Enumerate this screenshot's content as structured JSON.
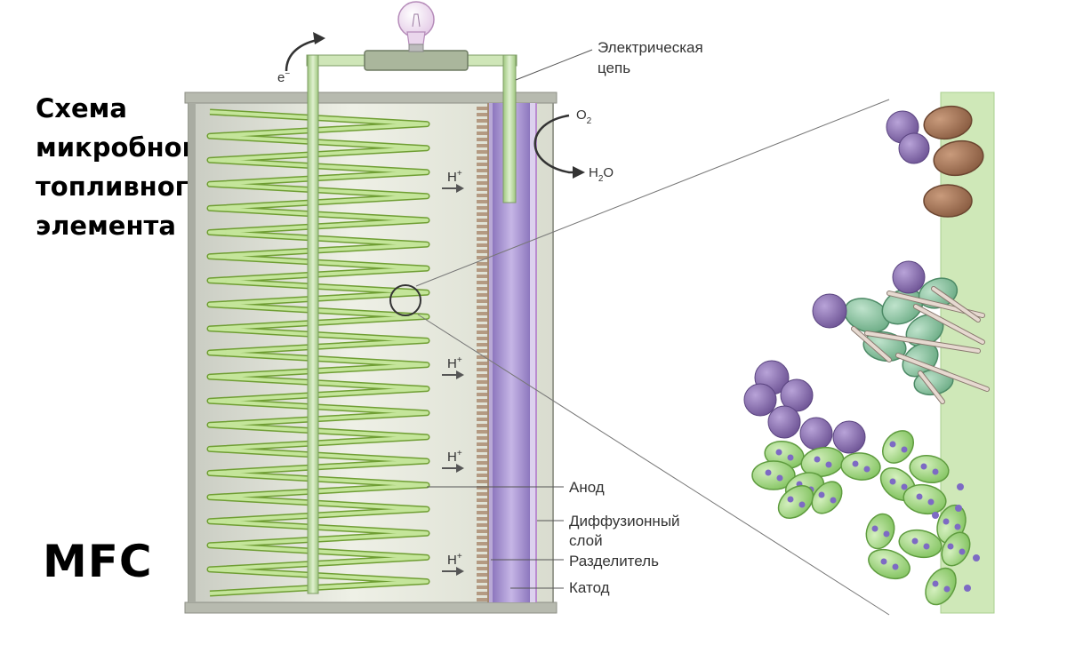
{
  "title": "Схема микробного топливного элемента",
  "abbreviation": "MFC",
  "labels": {
    "electron": "e",
    "electron_sup": "−",
    "circuit_line1": "Электрическая",
    "circuit_line2": "цепь",
    "oxygen": "O",
    "oxygen_sub": "2",
    "water_h": "H",
    "water_sub": "2",
    "water_o": "O",
    "proton": "H",
    "proton_sup": "+",
    "anode": "Анод",
    "diffusion_line1": "Диффузионный",
    "diffusion_line2": "слой",
    "separator": "Разделитель",
    "cathode": "Катод"
  },
  "colors": {
    "fiber": "#8cc63f",
    "cathode": "#9b87c8",
    "pipe": "#b5d69a",
    "bacteria_green": "#9fd680",
    "bacteria_teal": "#8fc9a6",
    "bacteria_brown": "#a37556",
    "bacteria_purple": "#8c72b0",
    "biofilm_wall": "#cfe8b8"
  },
  "icons": [
    "light-bulb-icon",
    "electron-flow-arrow-icon",
    "proton-arrow-icon",
    "oxygen-reduction-arrow-icon"
  ]
}
